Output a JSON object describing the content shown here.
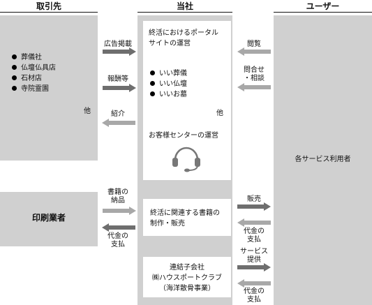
{
  "headers": {
    "left": "取引先",
    "center": "当社",
    "right": "ユーザー"
  },
  "partners": {
    "items": [
      "葬儀社",
      "仏壇仏具店",
      "石材店",
      "寺院霊園"
    ],
    "other": "他"
  },
  "printer": {
    "label": "印刷業者"
  },
  "company": {
    "portal_title_line1": "終活におけるポータル",
    "portal_title_line2": "サイトの運営",
    "sites": [
      "いい葬儀",
      "いい仏壇",
      "いいお墓"
    ],
    "other": "他",
    "callcenter": "お客様センターの運営",
    "books_line1": "終活に関連する書籍の",
    "books_line2": "制作・販売",
    "sub_line1": "連結子会社",
    "sub_line2": "㈱ハウスポートクラブ",
    "sub_line3": "（海洋散骨事業）"
  },
  "users": {
    "label": "各サービス利用者"
  },
  "flows": {
    "ad": "広告掲載",
    "fee": "報酬等",
    "intro": "紹介",
    "browse": "閲覧",
    "inquiry_line1": "問合せ",
    "inquiry_line2": "・相談",
    "book_delivery_line1": "書籍の",
    "book_delivery_line2": "納品",
    "payment_left_line1": "代金の",
    "payment_left_line2": "支払",
    "sales": "販売",
    "payment_books_line1": "代金の",
    "payment_books_line2": "支払",
    "service_line1": "サービス",
    "service_line2": "提供",
    "payment_sub_line1": "代金の",
    "payment_sub_line2": "支払"
  },
  "colors": {
    "panel": "#d0d0d0",
    "arrow_dark": "#6e6e6e",
    "arrow_light": "#a8a8a8"
  }
}
